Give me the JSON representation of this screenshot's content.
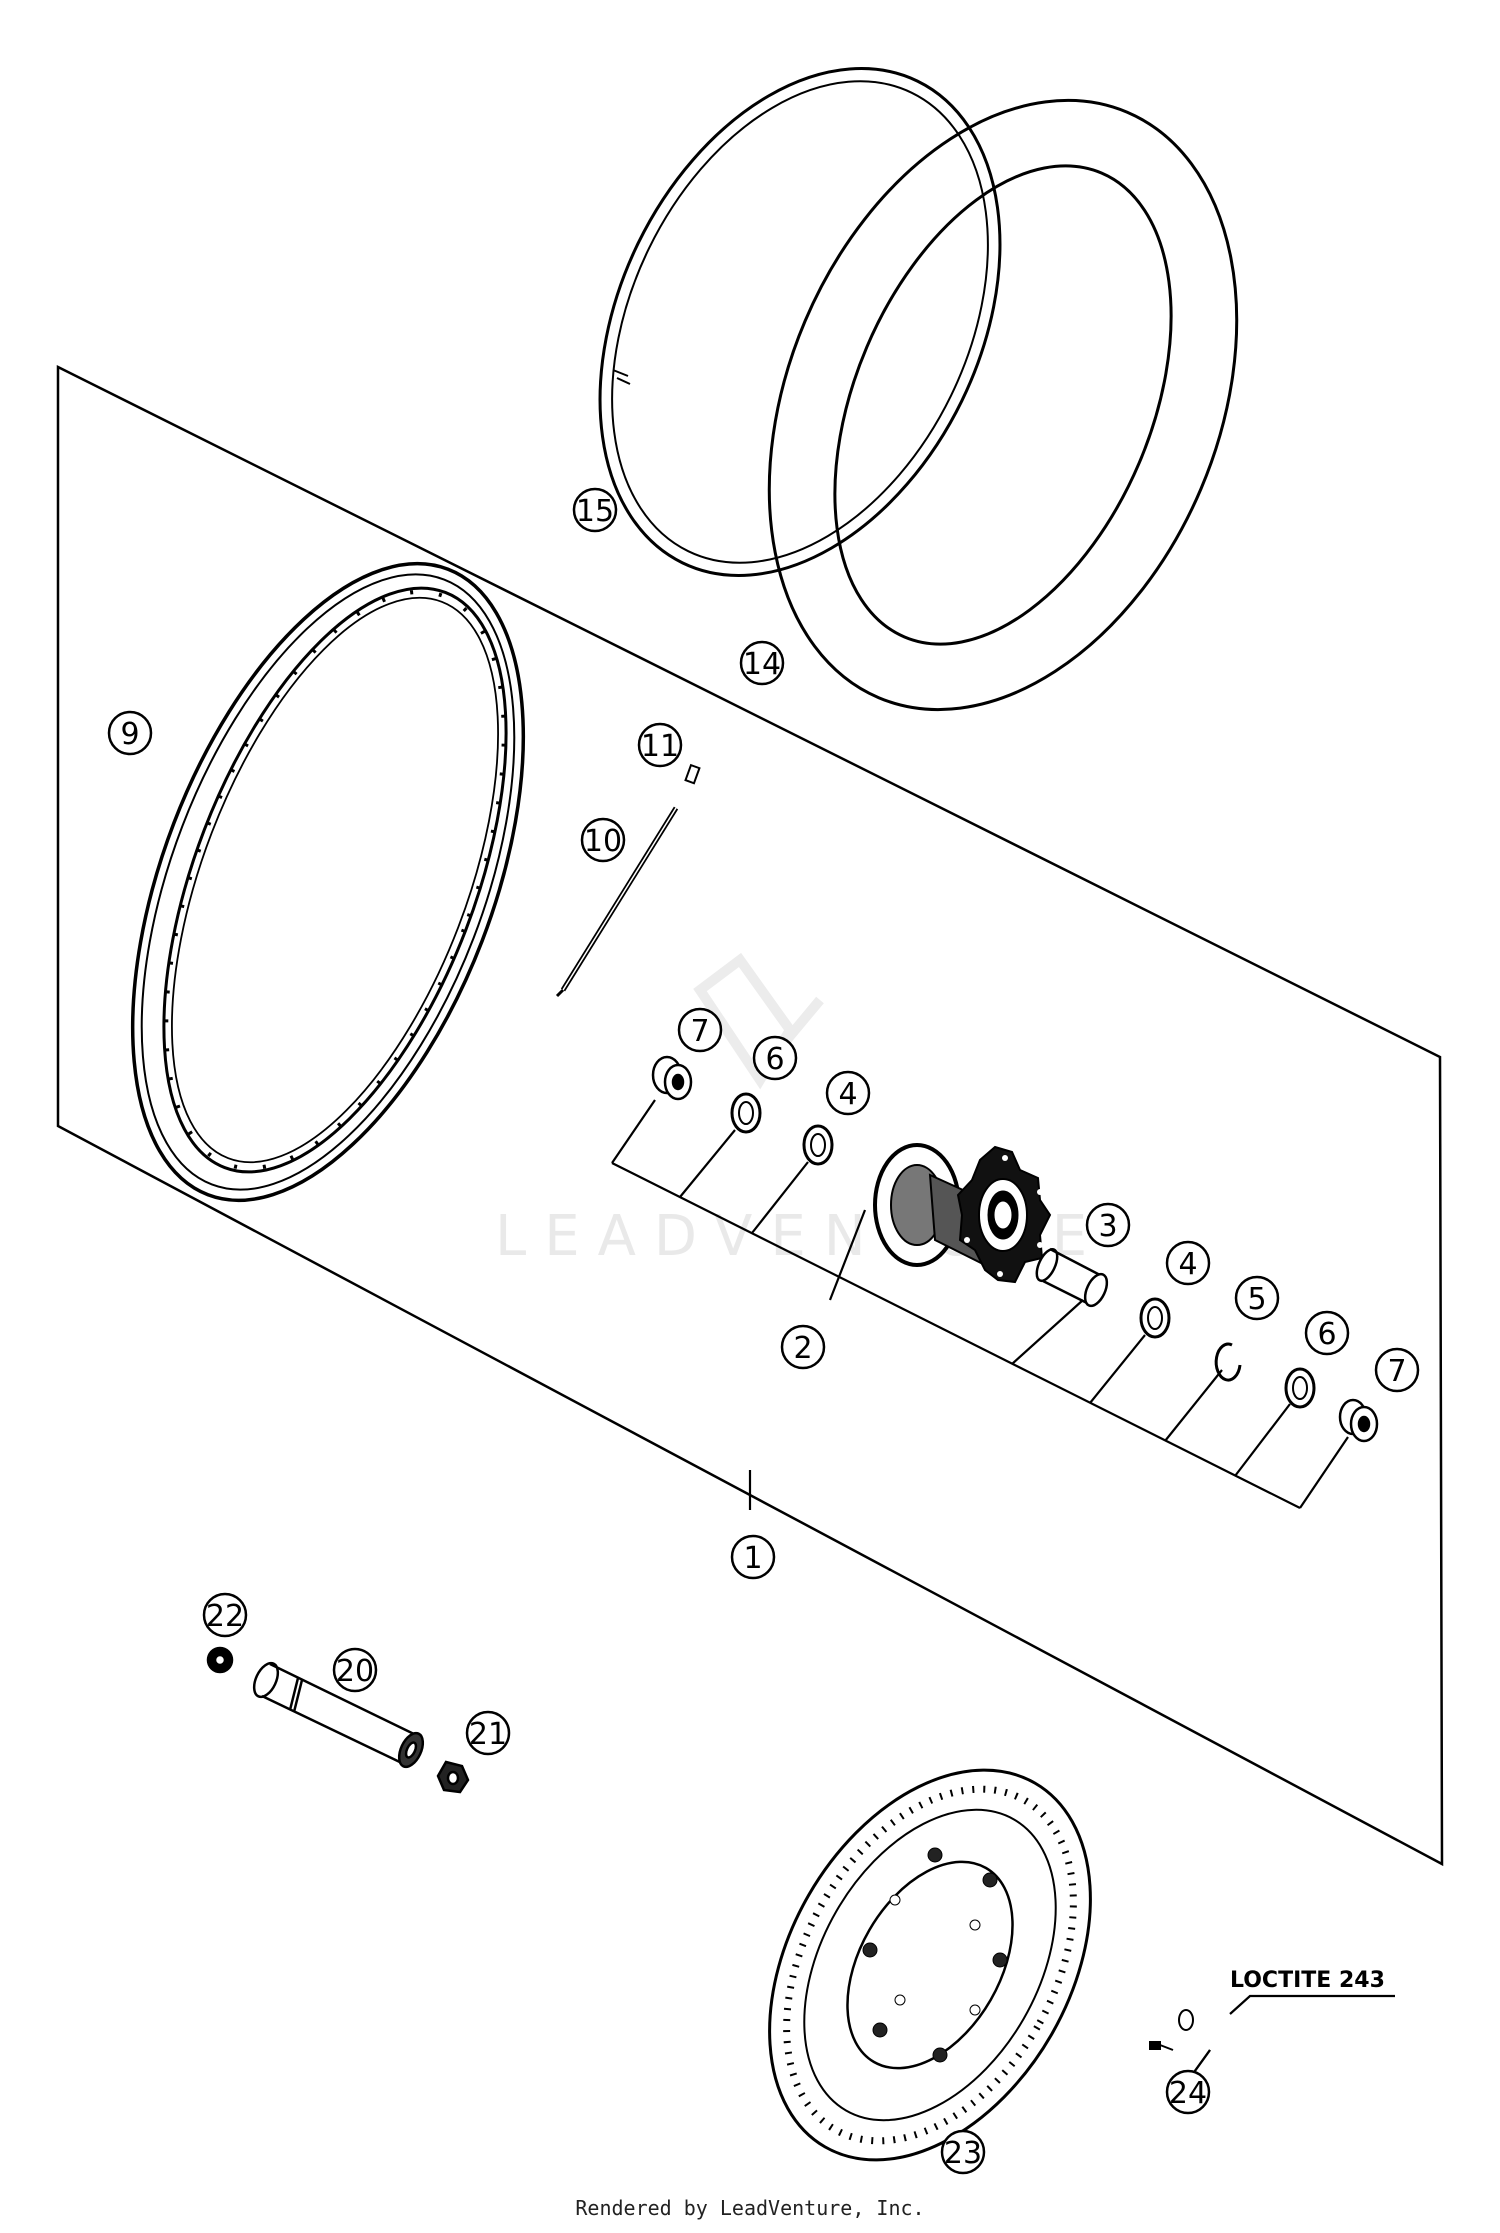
{
  "callouts": {
    "c1": "1",
    "c2": "2",
    "c3": "3",
    "c4a": "4",
    "c4b": "4",
    "c5": "5",
    "c6a": "6",
    "c6b": "6",
    "c7a": "7",
    "c7b": "7",
    "c9": "9",
    "c10": "10",
    "c11": "11",
    "c14": "14",
    "c15": "15",
    "c20": "20",
    "c21": "21",
    "c22": "22",
    "c23": "23",
    "c24": "24"
  },
  "note": {
    "loctite": "LOCTITE 243"
  },
  "watermark": {
    "text": "LEADVENTURE"
  },
  "footer": {
    "text": "Rendered by LeadVenture, Inc."
  }
}
